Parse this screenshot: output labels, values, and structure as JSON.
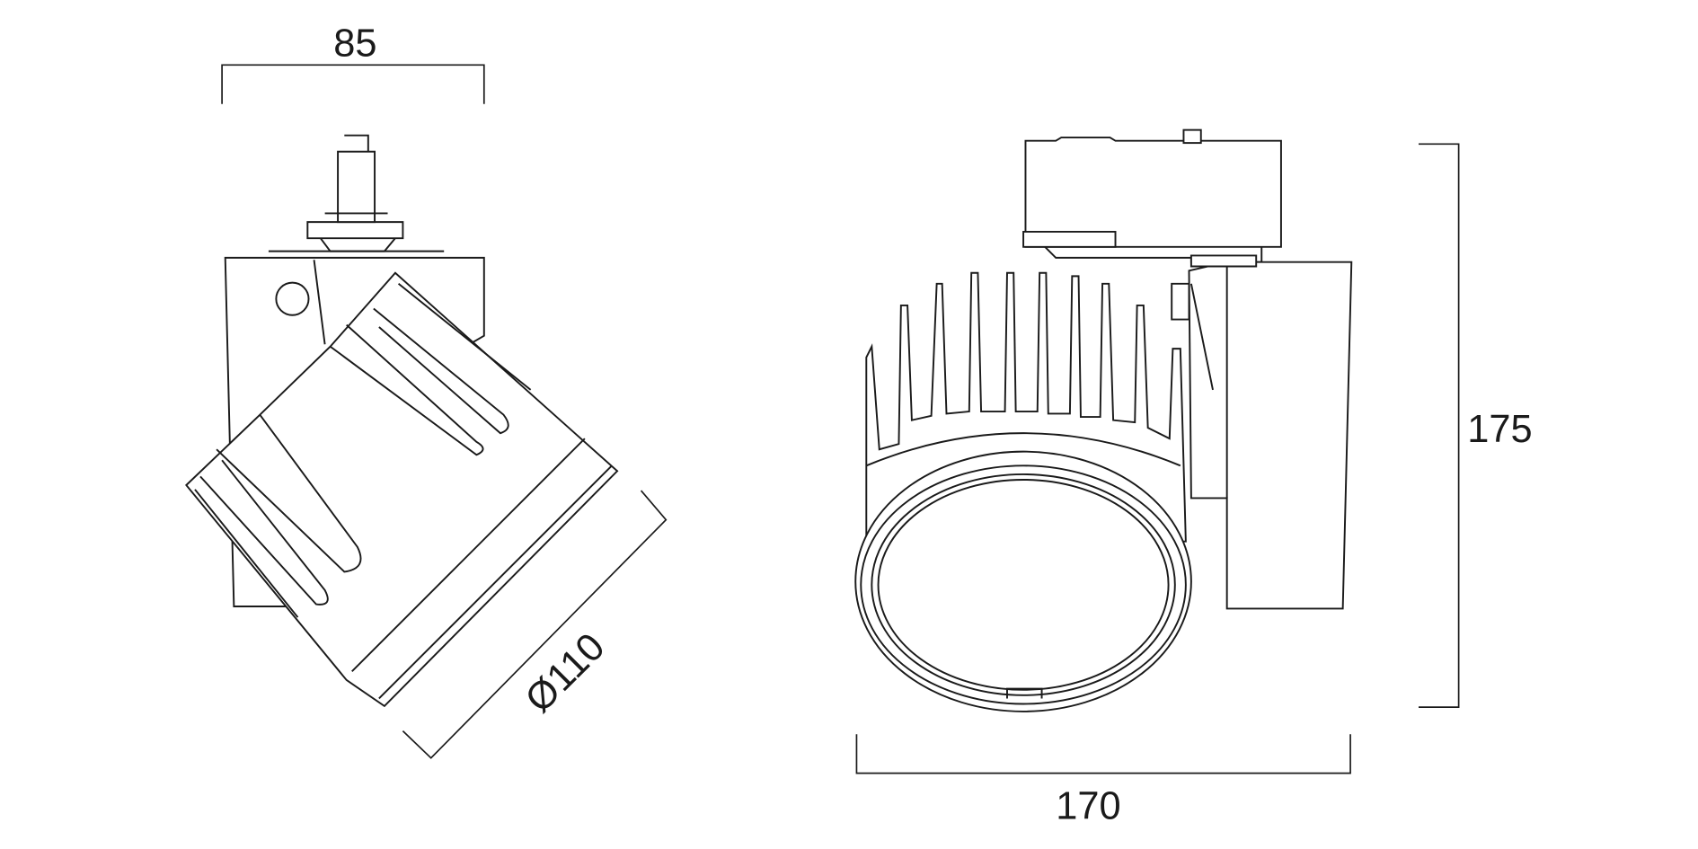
{
  "dimensions": {
    "side_width": "85",
    "diameter": "Ø110",
    "front_width": "170",
    "height": "175"
  },
  "colors": {
    "line": "#1a1a1a",
    "background": "#ffffff"
  }
}
